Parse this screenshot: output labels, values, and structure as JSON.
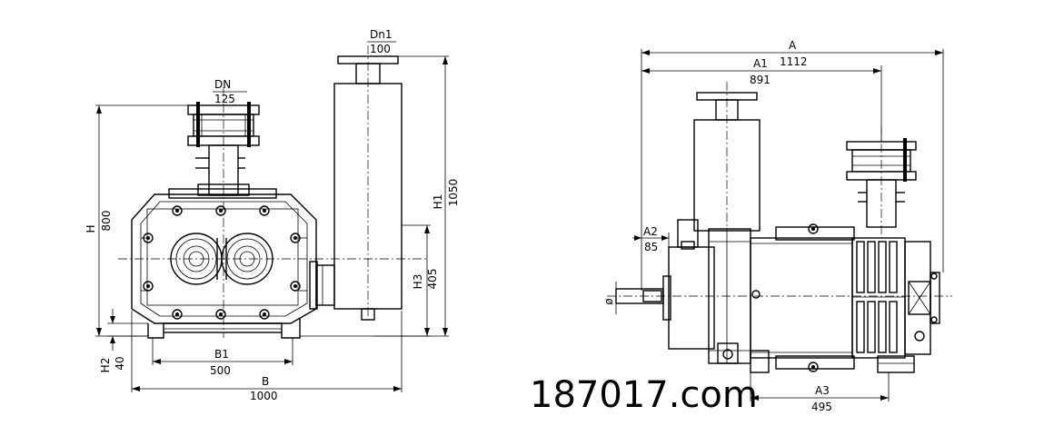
{
  "front_view": {
    "dn": {
      "label": "DN",
      "value": "125"
    },
    "dn1": {
      "label": "Dn1",
      "value": "100"
    },
    "h": {
      "label": "H",
      "value": "800"
    },
    "h1": {
      "label": "H1",
      "value": "1050"
    },
    "h2": {
      "label": "H2",
      "value": "40"
    },
    "h3": {
      "label": "H3",
      "value": "405"
    },
    "b": {
      "label": "B",
      "value": "1000"
    },
    "b1": {
      "label": "B1",
      "value": "500"
    }
  },
  "side_view": {
    "a": {
      "label": "A",
      "value": "1112"
    },
    "a1": {
      "label": "A1",
      "value": "891"
    },
    "a2": {
      "label": "A2",
      "value": "85"
    },
    "a3": {
      "label": "A3",
      "value": "495"
    },
    "phi": {
      "label": "ø"
    }
  },
  "watermark": "187017.com"
}
